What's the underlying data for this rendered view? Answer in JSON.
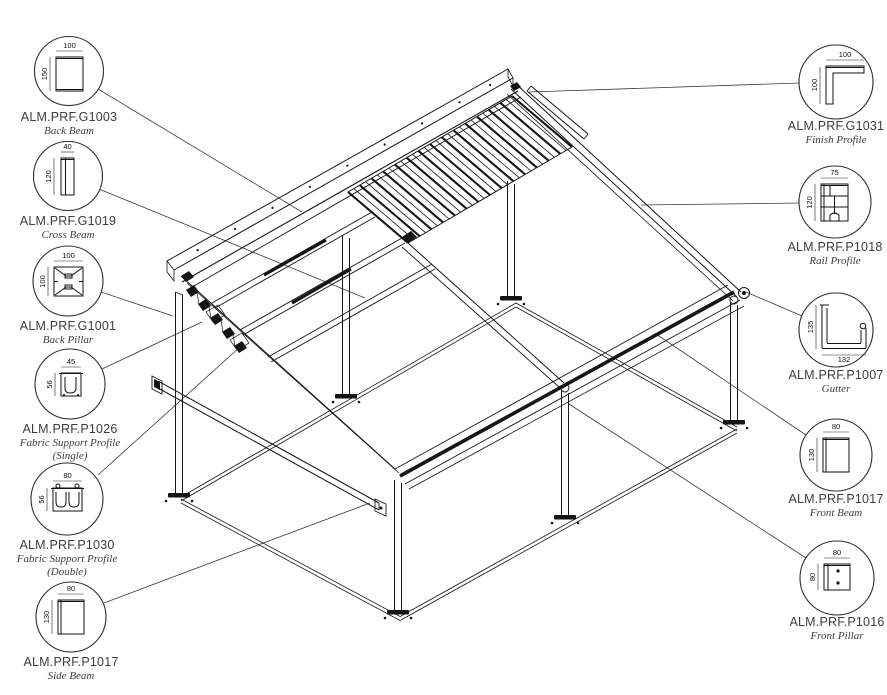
{
  "callouts": [
    {
      "code": "ALM.PRF.G1003",
      "name": "Back Beam",
      "dim_top": "100",
      "dim_side": "150"
    },
    {
      "code": "ALM.PRF.G1019",
      "name": "Cross Beam",
      "dim_top": "40",
      "dim_side": "120"
    },
    {
      "code": "ALM.PRF.G1001",
      "name": "Back Pillar",
      "dim_top": "100",
      "dim_side": "100"
    },
    {
      "code": "ALM.PRF.P1026",
      "name": "Fabric Support Profile",
      "name2": "(Single)",
      "dim_top": "45",
      "dim_side": "56"
    },
    {
      "code": "ALM.PRF.P1030",
      "name": "Fabric Support Profile",
      "name2": "(Double)",
      "dim_top": "80",
      "dim_side": "56"
    },
    {
      "code": "ALM.PRF.P1017",
      "name": "Side Beam",
      "dim_top": "80",
      "dim_side": "130"
    },
    {
      "code": "ALM.PRF.G1031",
      "name": "Finish Profile",
      "dim_top": "100",
      "dim_side": "100"
    },
    {
      "code": "ALM.PRF.P1018",
      "name": "Rail Profile",
      "dim_top": "75",
      "dim_side": "120"
    },
    {
      "code": "ALM.PRF.P1007",
      "name": "Gutter",
      "dim_side": "135",
      "dim_bottom": "132"
    },
    {
      "code": "ALM.PRF.P1017",
      "name": "Front Beam",
      "dim_top": "80",
      "dim_side": "130"
    },
    {
      "code": "ALM.PRF.P1016",
      "name": "Front Pillar",
      "dim_top": "80",
      "dim_side": "80"
    }
  ]
}
